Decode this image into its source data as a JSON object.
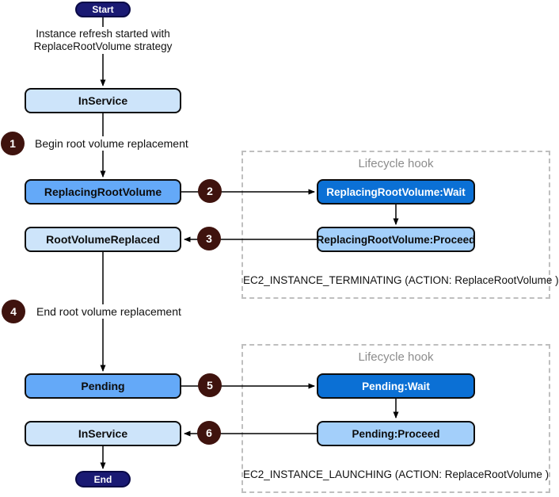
{
  "diagram": {
    "start_label": "Start",
    "end_label": "End",
    "intro_note": {
      "line1": "Instance refresh started with",
      "line2": "ReplaceRootVolume strategy"
    },
    "states": {
      "inservice_top": "InService",
      "replacing_root_volume": "ReplacingRootVolume",
      "root_volume_replaced": "RootVolumeReplaced",
      "pending": "Pending",
      "inservice_bottom": "InService"
    },
    "steps": [
      {
        "num": "1",
        "label": "Begin root volume replacement"
      },
      {
        "num": "2",
        "label": ""
      },
      {
        "num": "3",
        "label": ""
      },
      {
        "num": "4",
        "label": "End root volume replacement"
      },
      {
        "num": "5",
        "label": ""
      },
      {
        "num": "6",
        "label": ""
      }
    ],
    "hooks": [
      {
        "title": "Lifecycle hook",
        "wait": "ReplacingRootVolume:Wait",
        "proceed": "ReplacingRootVolume:Proceed",
        "event": "EC2_INSTANCE_TERMINATING (ACTION: ReplaceRootVolume )"
      },
      {
        "title": "Lifecycle hook",
        "wait": "Pending:Wait",
        "proceed": "Pending:Proceed",
        "event": "EC2_INSTANCE_LAUNCHING (ACTION: ReplaceRootVolume )"
      }
    ],
    "colors": {
      "terminal_fill": "#1a1a73",
      "state_light_fill": "#cde4fa",
      "state_medium_fill": "#64a9f8",
      "hook_wait_fill": "#0b70d5",
      "hook_proceed_fill": "#a3cffa",
      "badge_fill": "#3f130e",
      "container_border": "#bfbfbf",
      "container_title": "#8c8c8c",
      "connector": "#000000"
    }
  }
}
